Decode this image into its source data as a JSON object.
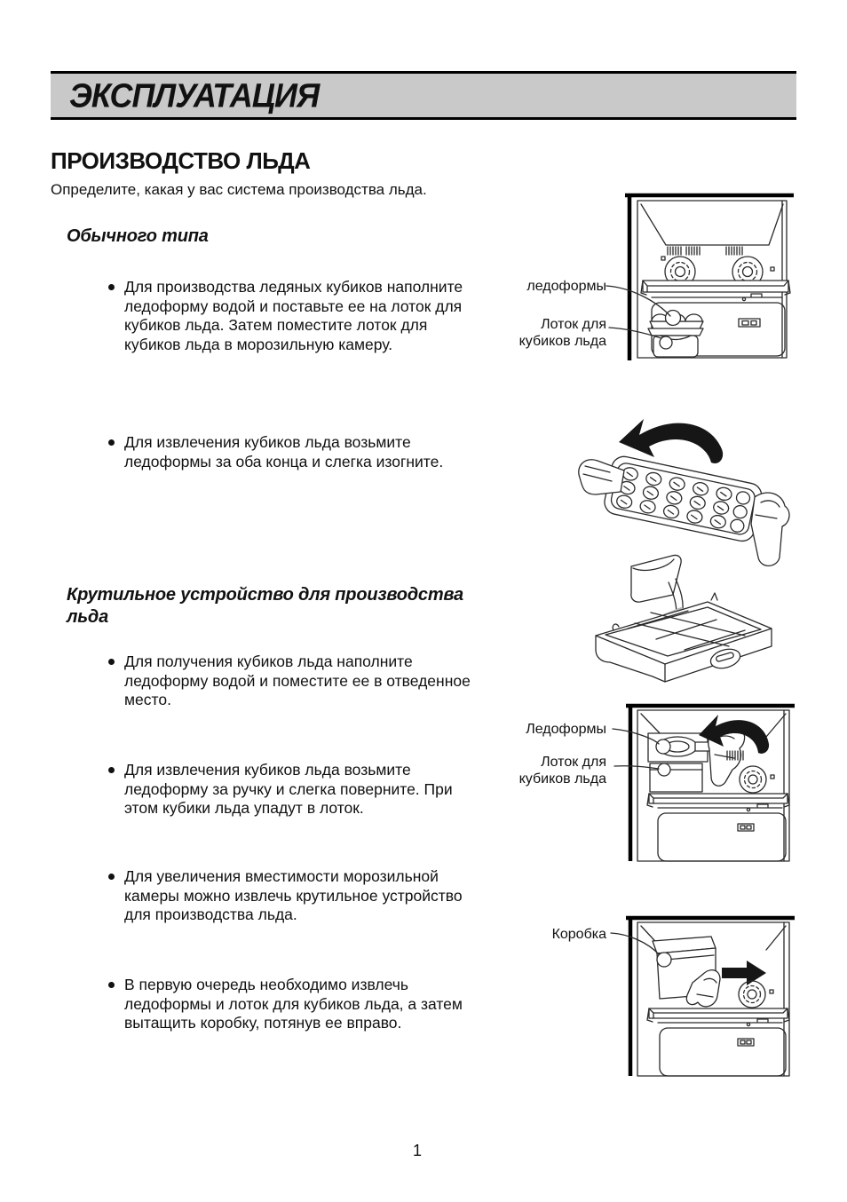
{
  "header": {
    "title": "ЭКСПЛУАТАЦИЯ"
  },
  "main": {
    "title": "ПРОИЗВОДСТВО ЛЬДА",
    "intro": "Определите, какая у вас система производства льда.",
    "page_number": "1"
  },
  "sections": [
    {
      "heading": "Обычного типа",
      "bullets": [
        "Для производства ледяных кубиков наполните\nледоформу водой и поставьте ее на лоток для\nкубиков льда. Затем поместите лоток для\nкубиков льда в морозильную камеру.",
        "Для извлечения кубиков льда возьмите\nледоформы за оба конца и слегка изогните."
      ]
    },
    {
      "heading": "Крутильное устройство для производства\nльда",
      "bullets": [
        "Для получения кубиков льда наполните\nледоформу водой и поместите ее в отведенное\nместо.",
        "Для извлечения кубиков льда возьмите\nледоформу за ручку и слегка поверните. При\nэтом кубики льда упадут в лоток.",
        "Для увеличения вместимости морозильной\nкамеры можно извлечь крутильное устройство\nдля производства льда.",
        "В первую очередь необходимо извлечь\nледоформы и лоток для кубиков льда, а затем\nвытащить коробку, потянув ее вправо."
      ]
    }
  ],
  "callouts": {
    "normal_tray": "ледоформы",
    "normal_box": "Лоток для\nкубиков льда",
    "twist_tray": "Ледоформы",
    "twist_box": "Лоток для\nкубиков льда",
    "twist_bin": "Коробка"
  },
  "colors": {
    "header_bg": "#c9c9c9",
    "ink": "#111111"
  }
}
